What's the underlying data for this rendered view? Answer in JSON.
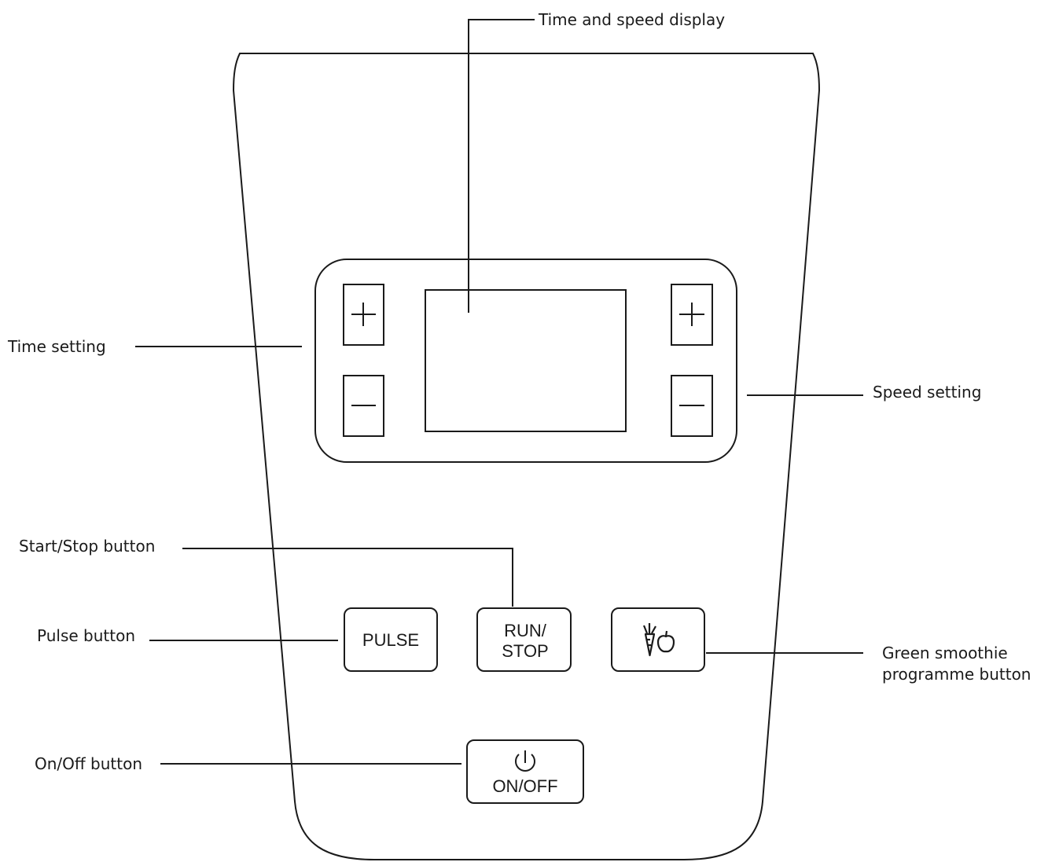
{
  "labels": {
    "display": "Time and speed display",
    "time_setting": "Time setting",
    "speed_setting": "Speed setting",
    "start_stop": "Start/Stop button",
    "pulse": "Pulse button",
    "green_smoothie_line1": "Green smoothie",
    "green_smoothie_line2": "programme button",
    "on_off": "On/Off button"
  },
  "buttons": {
    "pulse": "PULSE",
    "run_line1": "RUN/",
    "run_line2": "STOP",
    "on_off": "ON/OFF"
  },
  "icons": {
    "plus": "plus-icon",
    "minus": "minus-icon",
    "smoothie": "carrot-apple-icon",
    "power": "power-icon"
  },
  "colors": {
    "stroke": "#1a1a1a",
    "background": "#ffffff"
  }
}
